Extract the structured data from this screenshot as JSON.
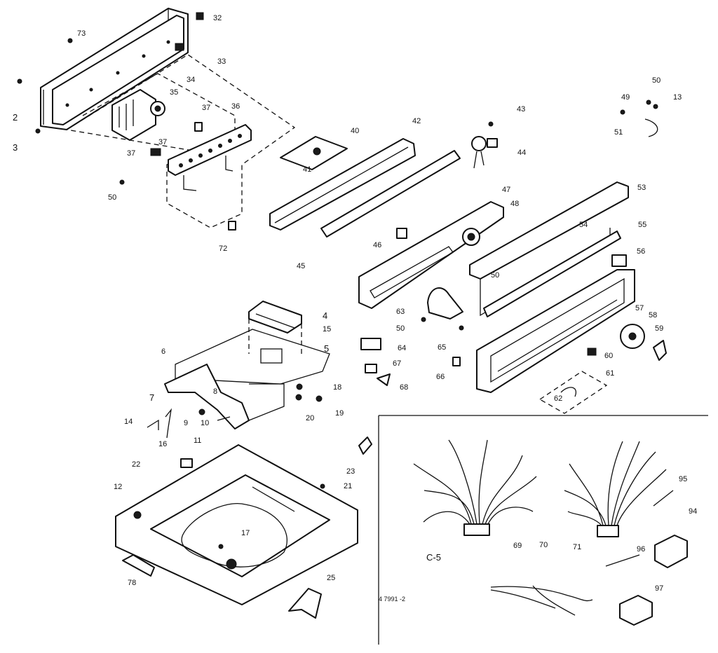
{
  "diagram": {
    "section_label": "C-5",
    "drawing_code": "4 7991 -2",
    "callouts": [
      "73",
      "32",
      "33",
      "34",
      "35",
      "36",
      "37",
      "37",
      "37",
      "2",
      "3",
      "50",
      "72",
      "40",
      "41",
      "42",
      "43",
      "44",
      "45",
      "46",
      "47",
      "48",
      "49",
      "50",
      "13",
      "51",
      "53",
      "54",
      "55",
      "56",
      "50",
      "57",
      "58",
      "59",
      "60",
      "61",
      "62",
      "63",
      "50",
      "65",
      "64",
      "66",
      "67",
      "68",
      "4",
      "5",
      "6",
      "7",
      "8",
      "9",
      "10",
      "14",
      "15",
      "16",
      "18",
      "19",
      "20",
      "11",
      "12",
      "22",
      "21",
      "23",
      "17",
      "78",
      "25",
      "69",
      "70",
      "71",
      "94",
      "95",
      "96",
      "97"
    ]
  }
}
